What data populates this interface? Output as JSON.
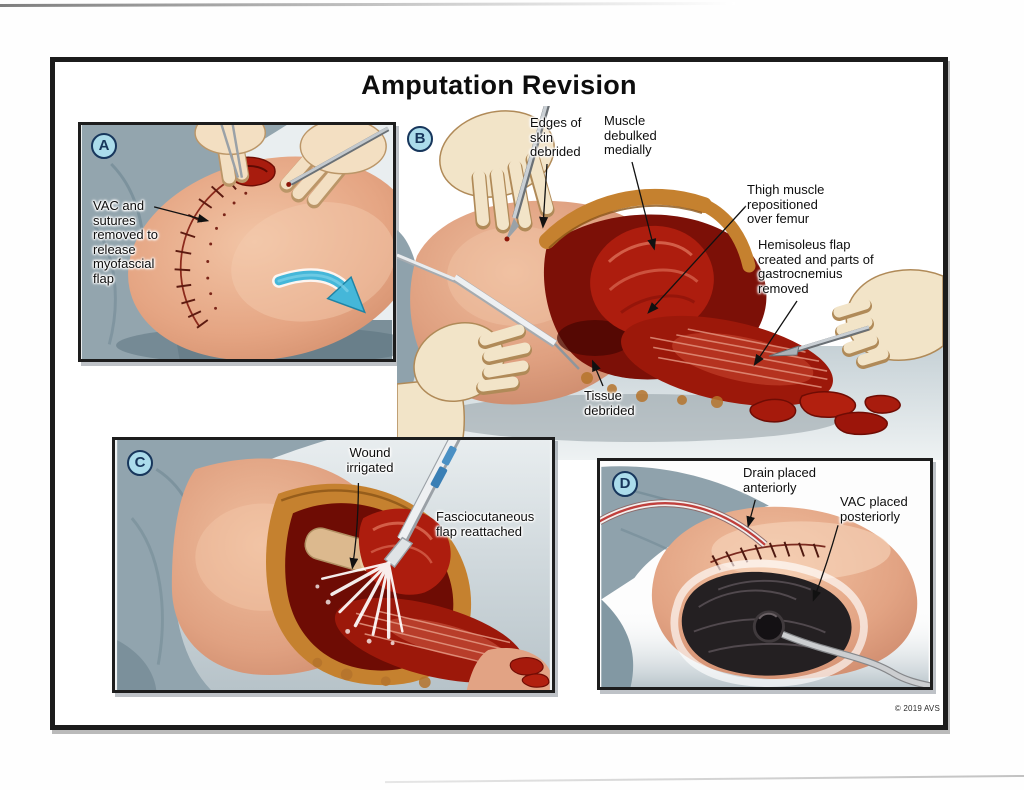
{
  "figure": {
    "title": "Amputation Revision",
    "copyright": "© 2019 AVS"
  },
  "panels": {
    "a": {
      "letter": "A",
      "labels": {
        "vac_removed": "VAC and sutures removed to release myofascial flap"
      }
    },
    "b": {
      "letter": "B",
      "labels": {
        "edges": "Edges of skin debrided",
        "debulked": "Muscle debulked medially",
        "thigh": "Thigh muscle repositioned over femur",
        "hemisoleus": "Hemisoleus flap created and parts of gastrocnemius removed",
        "tissue": "Tissue debrided"
      }
    },
    "c": {
      "letter": "C",
      "labels": {
        "wound": "Wound irrigated",
        "flap": "Fasciocutaneous flap reattached"
      }
    },
    "d": {
      "letter": "D",
      "labels": {
        "drain": "Drain placed anteriorly",
        "vac": "VAC placed posteriorly"
      }
    }
  },
  "colors": {
    "frame": "#1c1c1c",
    "badge_fill": "#abdceb",
    "badge_border": "#17365c",
    "rotation_arrow": "#45b7d9",
    "muscle_red": "#ad1d0e",
    "muscle_dark": "#700c04",
    "wound_rim_tan": "#c5812f",
    "skin": "#e7ad8d",
    "drape_gray_blue": "#93a5ae",
    "glove": "#f2e4c8",
    "vac_sponge": "#242022",
    "drain_red": "#c0403d"
  }
}
